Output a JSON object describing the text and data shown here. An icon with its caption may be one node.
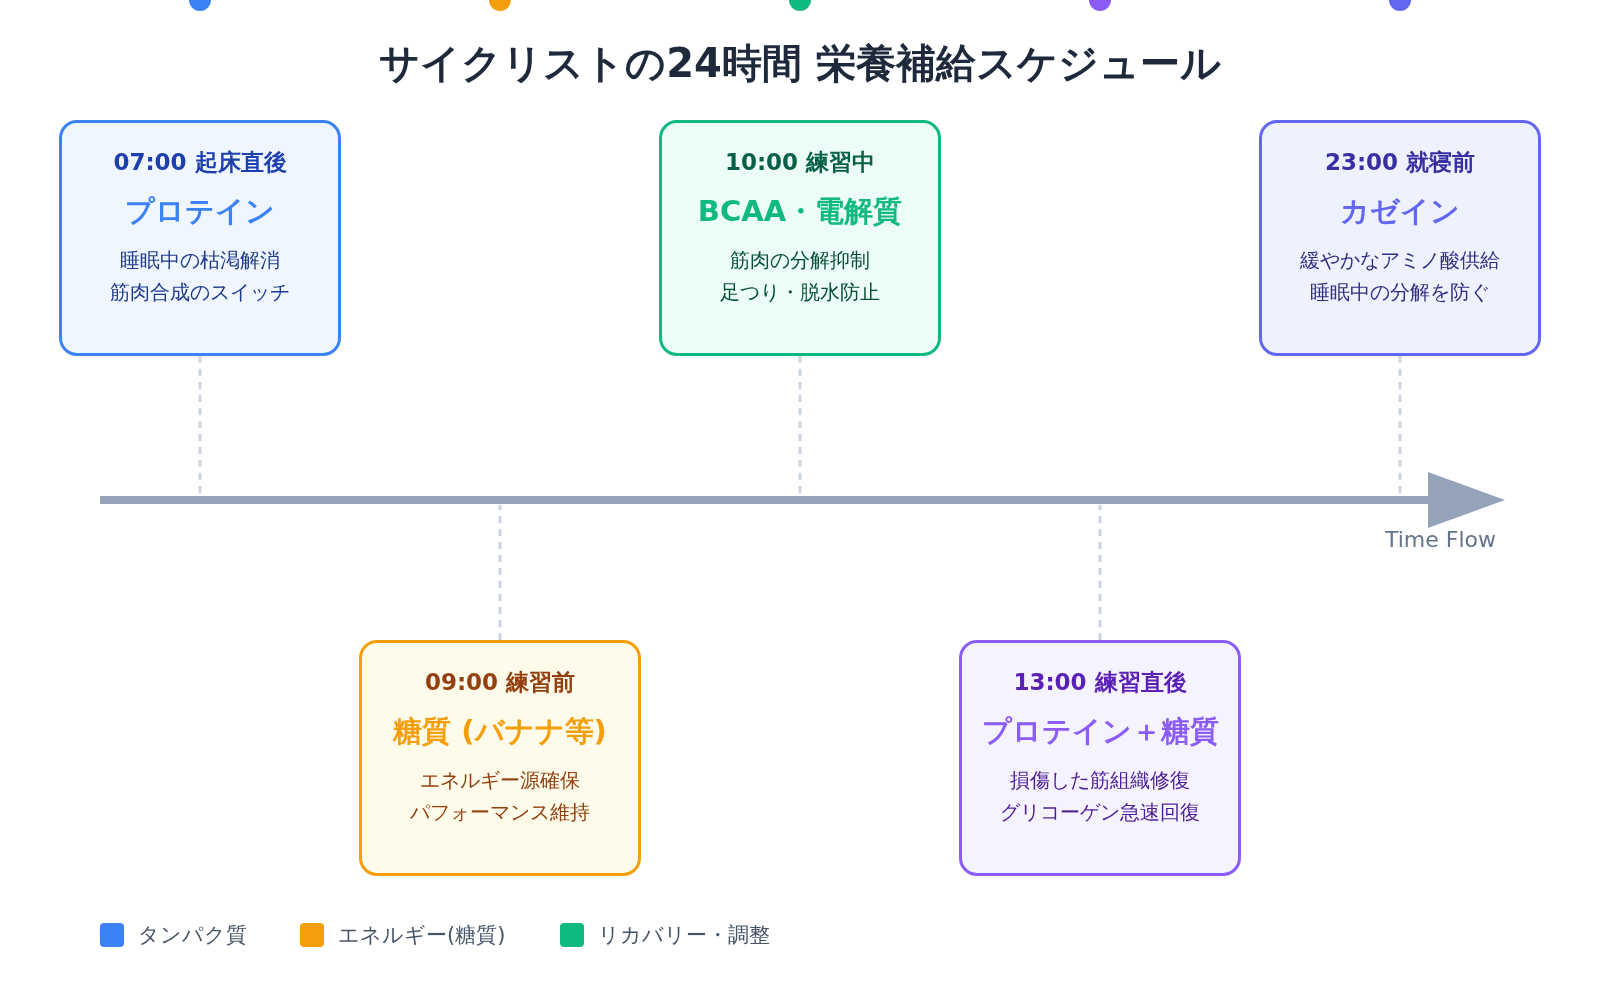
{
  "diagram": {
    "title": "サイクリストの24時間 栄養補給スケジュール",
    "nodes": [
      {
        "text": [
          "07:00 起床直後",
          "プロテイン",
          "睡眠中の枯渇解消",
          "筋肉合成のスイッチ"
        ]
      },
      {
        "text": [
          "09:00 練習前",
          "糖質 (バナナ等)",
          "エネルギー源確保",
          "パフォーマンス維持"
        ]
      },
      {
        "text": [
          "10:00 練習中",
          "BCAA・電解質",
          "筋肉の分解抑制",
          "足つり・脱水防止"
        ]
      },
      {
        "text": [
          "13:00 練習直後",
          "プロテイン＋糖質",
          "損傷した筋組織修復",
          "グリコーゲン急速回復"
        ]
      },
      {
        "text": [
          "23:00 就寝前",
          "カゼイン",
          "緩やかなアミノ酸供給",
          "睡眠中の分解を防ぐ"
        ]
      }
    ],
    "edges": [
      {
        "from": 0,
        "to": null,
        "arrow": "none",
        "style": "dashed"
      },
      {
        "from": 1,
        "to": null,
        "arrow": "none",
        "style": "dashed"
      },
      {
        "from": 2,
        "to": null,
        "arrow": "none",
        "style": "dashed"
      },
      {
        "from": 3,
        "to": null,
        "arrow": "none",
        "style": "dashed"
      },
      {
        "from": 4,
        "to": null,
        "arrow": "none",
        "style": "dashed"
      }
    ],
    "labels": [
      "Time Flow"
    ],
    "legend": [
      {
        "text": "タンパク質",
        "color": "#3b82f6"
      },
      {
        "text": "エネルギー(糖質)",
        "color": "#f59e0b"
      },
      {
        "text": "リカバリー・調整",
        "color": "#10b981"
      }
    ]
  }
}
